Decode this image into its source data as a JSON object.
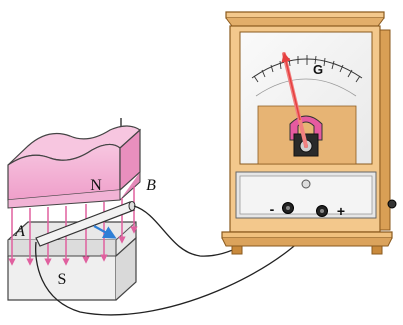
{
  "labels": {
    "north_pole": "N",
    "south_pole": "S",
    "end_a": "A",
    "end_b": "B",
    "galvanometer": "G",
    "terminal_negative": "-",
    "terminal_positive": "+"
  },
  "colors": {
    "magnet_pink": "#f0a9cf",
    "magnet_gray": "#e8e8e8",
    "field_line": "#e0609f",
    "wood": "#f3c88c",
    "wood_dark": "#c98a3c",
    "needle": "#f08080",
    "motion_arrow": "#2e7fd6",
    "magnet_shape": "#e65aa0"
  },
  "icons": {
    "motion": "blue-arrow",
    "needle": "red-needle-arrow"
  }
}
